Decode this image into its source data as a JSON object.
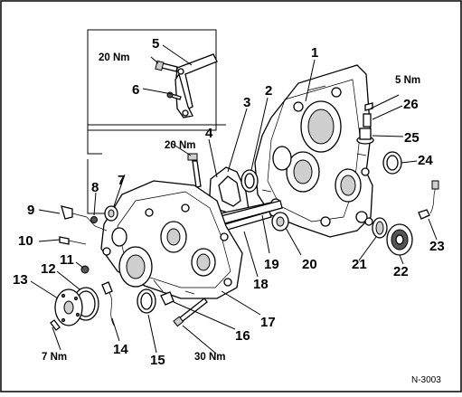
{
  "figure": {
    "id": "N-3003",
    "callouts": [
      {
        "label": "1"
      },
      {
        "label": "2"
      },
      {
        "label": "3"
      },
      {
        "label": "4"
      },
      {
        "label": "5"
      },
      {
        "label": "6"
      },
      {
        "label": "7"
      },
      {
        "label": "8"
      },
      {
        "label": "9"
      },
      {
        "label": "10"
      },
      {
        "label": "11"
      },
      {
        "label": "12"
      },
      {
        "label": "13"
      },
      {
        "label": "14"
      },
      {
        "label": "15"
      },
      {
        "label": "16"
      },
      {
        "label": "17"
      },
      {
        "label": "18"
      },
      {
        "label": "19"
      },
      {
        "label": "20"
      },
      {
        "label": "21"
      },
      {
        "label": "22"
      },
      {
        "label": "23"
      },
      {
        "label": "24"
      },
      {
        "label": "25"
      },
      {
        "label": "26"
      }
    ],
    "torques": [
      {
        "label": "20 Nm"
      },
      {
        "label": "20 Nm"
      },
      {
        "label": "5 Nm"
      },
      {
        "label": "7 Nm"
      },
      {
        "label": "30 Nm"
      }
    ]
  }
}
